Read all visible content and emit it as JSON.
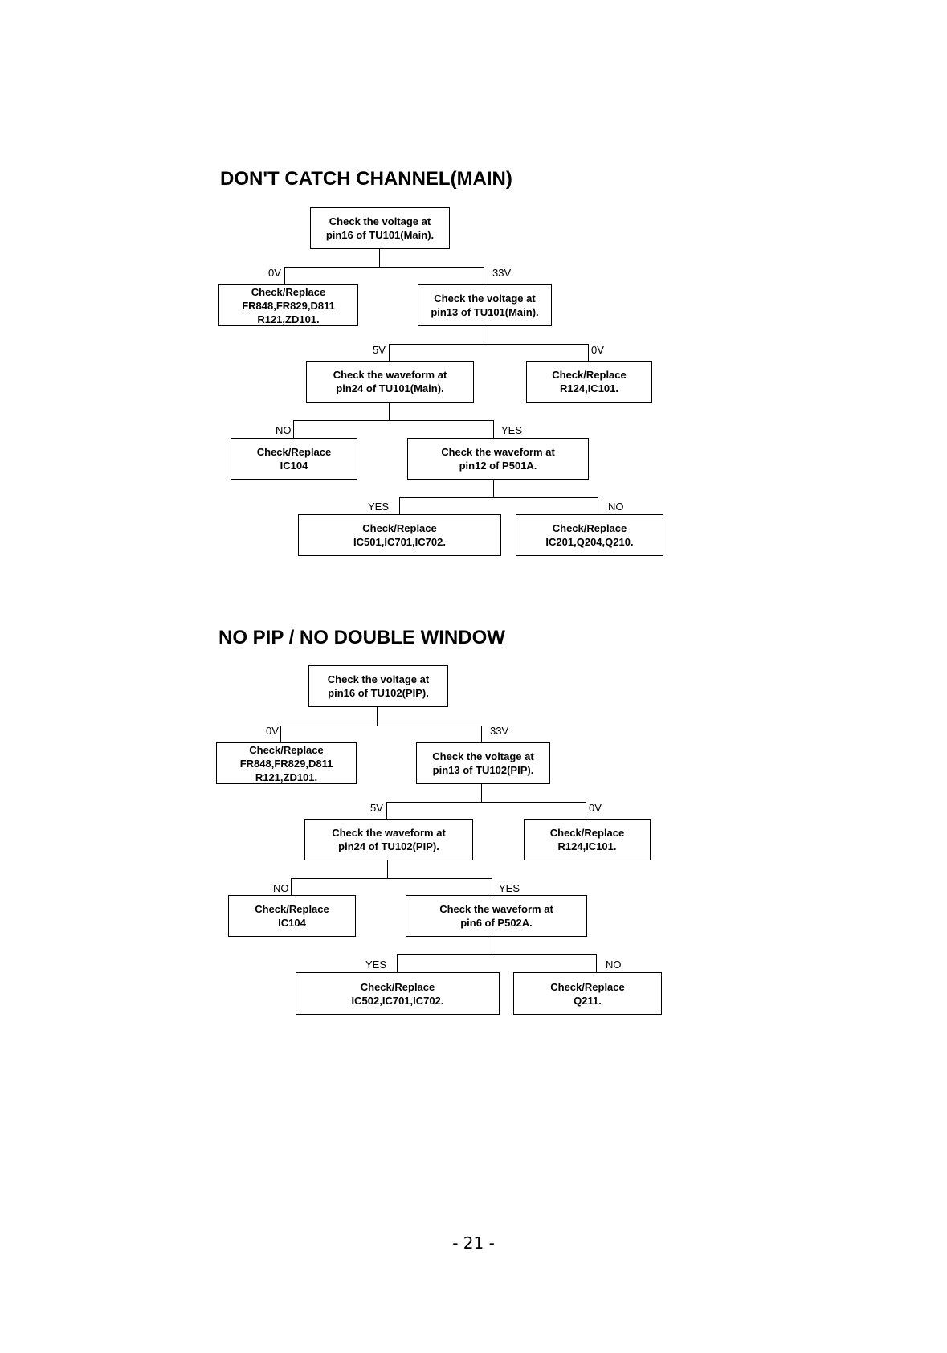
{
  "page_number": "-  21  -",
  "flowcharts": [
    {
      "title": "DON'T CATCH CHANNEL(MAIN)",
      "nodes": {
        "n1": [
          "Check the voltage at",
          "pin16 of TU101(Main)."
        ],
        "n2": [
          "Check/Replace",
          "FR848,FR829,D811",
          "R121,ZD101."
        ],
        "n3": [
          "Check the voltage at",
          "pin13 of TU101(Main)."
        ],
        "n4": [
          "Check the waveform at",
          "pin24 of TU101(Main)."
        ],
        "n5": [
          "Check/Replace",
          "R124,IC101."
        ],
        "n6": [
          "Check/Replace",
          "IC104"
        ],
        "n7": [
          "Check the waveform at",
          "pin12 of P501A."
        ],
        "n8": [
          "Check/Replace",
          "IC501,IC701,IC702."
        ],
        "n9": [
          "Check/Replace",
          "IC201,Q204,Q210."
        ]
      },
      "labels": {
        "l1": "0V",
        "l2": "33V",
        "l3": "5V",
        "l4": "0V",
        "l5": "NO",
        "l6": "YES",
        "l7": "YES",
        "l8": "NO"
      }
    },
    {
      "title": "NO PIP / NO DOUBLE WINDOW",
      "nodes": {
        "n1": [
          "Check the voltage at",
          "pin16 of TU102(PIP)."
        ],
        "n2": [
          "Check/Replace",
          "FR848,FR829,D811",
          "R121,ZD101."
        ],
        "n3": [
          "Check the voltage at",
          "pin13 of TU102(PIP)."
        ],
        "n4": [
          "Check the waveform at",
          "pin24 of TU102(PIP)."
        ],
        "n5": [
          "Check/Replace",
          "R124,IC101."
        ],
        "n6": [
          "Check/Replace",
          "IC104"
        ],
        "n7": [
          "Check the waveform at",
          "pin6 of P502A."
        ],
        "n8": [
          "Check/Replace",
          "IC502,IC701,IC702."
        ],
        "n9": [
          "Check/Replace",
          "Q211."
        ]
      },
      "labels": {
        "l1": "0V",
        "l2": "33V",
        "l3": "5V",
        "l4": "0V",
        "l5": "NO",
        "l6": "YES",
        "l7": "YES",
        "l8": "NO"
      }
    }
  ]
}
